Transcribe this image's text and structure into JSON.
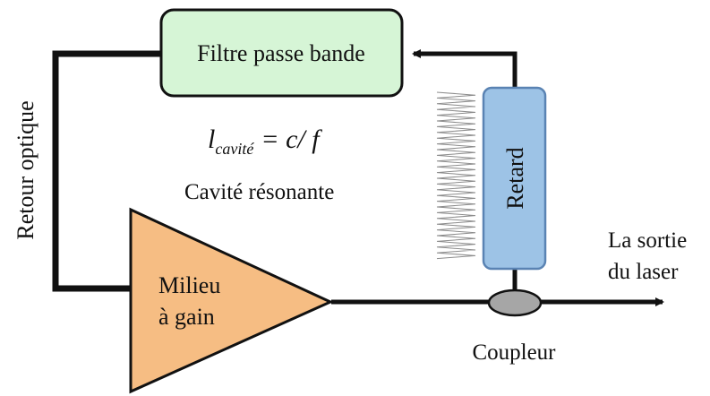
{
  "diagram": {
    "filter_label": "Filtre passe bande",
    "formula": {
      "l": "l",
      "sub": "cavité",
      "rhs": "= c/ f"
    },
    "cavity_label": "Cavité résonante",
    "feedback_label": "Retour optique",
    "delay_label": "Retard",
    "gain_label_line1": "Milieu",
    "gain_label_line2": "à gain",
    "coupler_label": "Coupleur",
    "output_label_line1": "La sortie",
    "output_label_line2": "du laser"
  },
  "colors": {
    "filter_fill": "#d6f5d6",
    "delay_fill": "#9dc3e6",
    "delay_stroke": "#5a83b3",
    "gain_fill": "#f6bd83",
    "coupler_fill": "#a6a6a6",
    "line": "#111111"
  }
}
